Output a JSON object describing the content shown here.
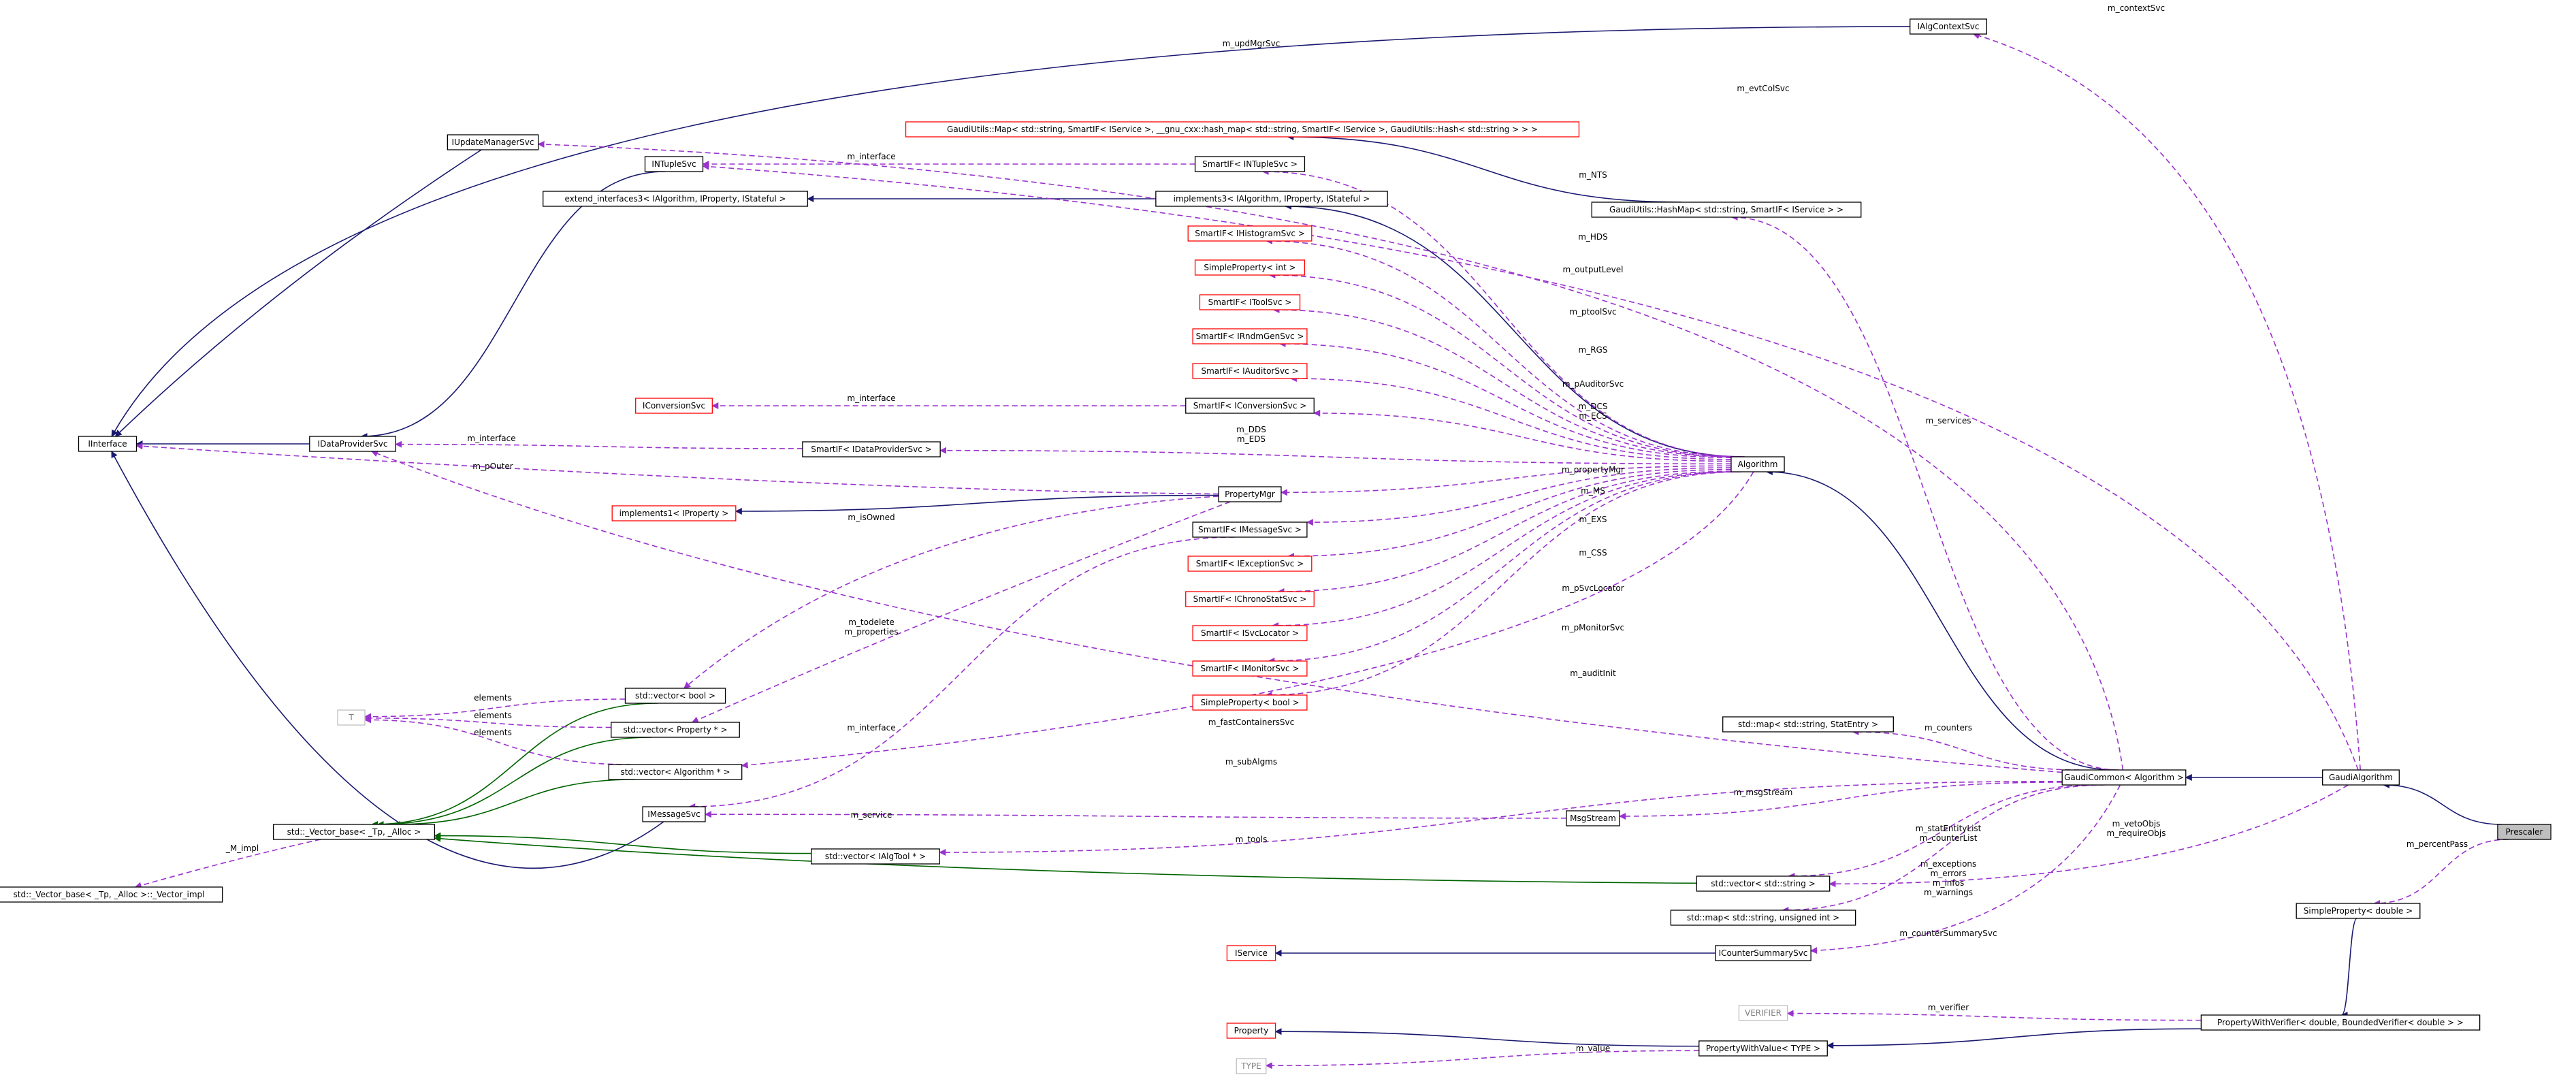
{
  "colors": {
    "inherit_edge": "#191970",
    "template_edge": "#006400",
    "usage_edge": "#9a32cd",
    "node_border": "#000000",
    "missing_border": "#ff0000",
    "external_border": "#bfbfbf",
    "highlight_fill": "#bfbfbf"
  },
  "nodes": [
    {
      "id": "IAlgContextSvc",
      "label": "IAlgContextSvc",
      "style": "normal"
    },
    {
      "id": "IUpdateManagerSvc",
      "label": "IUpdateManagerSvc",
      "style": "normal"
    },
    {
      "id": "INTupleSvc",
      "label": "INTupleSvc",
      "style": "normal"
    },
    {
      "id": "GaudiMap",
      "label": "GaudiUtils::Map< std::string, SmartIF< IService >, __gnu_cxx::hash_map< std::string, SmartIF< IService >, GaudiUtils::Hash< std::string > > >",
      "style": "missing"
    },
    {
      "id": "SI_INTupleSvc",
      "label": "SmartIF< INTupleSvc >",
      "style": "normal"
    },
    {
      "id": "extend_interfaces3",
      "label": "extend_interfaces3< IAlgorithm, IProperty, IStateful >",
      "style": "normal"
    },
    {
      "id": "implements3",
      "label": "implements3< IAlgorithm, IProperty, IStateful >",
      "style": "normal"
    },
    {
      "id": "GaudiHashMap",
      "label": "GaudiUtils::HashMap< std::string, SmartIF< IService > >",
      "style": "normal"
    },
    {
      "id": "SI_IHistogramSvc",
      "label": "SmartIF< IHistogramSvc >",
      "style": "missing"
    },
    {
      "id": "SP_int",
      "label": "SimpleProperty< int >",
      "style": "missing"
    },
    {
      "id": "SI_IToolSvc",
      "label": "SmartIF< IToolSvc >",
      "style": "missing"
    },
    {
      "id": "SI_IRndmGenSvc",
      "label": "SmartIF< IRndmGenSvc >",
      "style": "missing"
    },
    {
      "id": "SI_IAuditorSvc",
      "label": "SmartIF< IAuditorSvc >",
      "style": "missing"
    },
    {
      "id": "IConversionSvc",
      "label": "IConversionSvc",
      "style": "missing"
    },
    {
      "id": "SI_IConversionSvc",
      "label": "SmartIF< IConversionSvc >",
      "style": "normal"
    },
    {
      "id": "IInterface",
      "label": "IInterface",
      "style": "normal"
    },
    {
      "id": "IDataProviderSvc",
      "label": "IDataProviderSvc",
      "style": "normal"
    },
    {
      "id": "SI_IDataProviderSvc",
      "label": "SmartIF< IDataProviderSvc >",
      "style": "normal"
    },
    {
      "id": "Algorithm",
      "label": "Algorithm",
      "style": "normal"
    },
    {
      "id": "PropertyMgr",
      "label": "PropertyMgr",
      "style": "normal"
    },
    {
      "id": "implements1",
      "label": "implements1< IProperty >",
      "style": "missing"
    },
    {
      "id": "SI_IMessageSvc",
      "label": "SmartIF< IMessageSvc >",
      "style": "normal"
    },
    {
      "id": "SI_IExceptionSvc",
      "label": "SmartIF< IExceptionSvc >",
      "style": "missing"
    },
    {
      "id": "SI_IChronoStatSvc",
      "label": "SmartIF< IChronoStatSvc >",
      "style": "missing"
    },
    {
      "id": "SI_ISvcLocator",
      "label": "SmartIF< ISvcLocator >",
      "style": "missing"
    },
    {
      "id": "SI_IMonitorSvc",
      "label": "SmartIF< IMonitorSvc >",
      "style": "missing"
    },
    {
      "id": "SP_bool",
      "label": "SimpleProperty< bool >",
      "style": "missing"
    },
    {
      "id": "T",
      "label": "T",
      "style": "external"
    },
    {
      "id": "vec_bool",
      "label": "std::vector< bool >",
      "style": "normal"
    },
    {
      "id": "vec_Property",
      "label": "std::vector< Property * >",
      "style": "normal"
    },
    {
      "id": "vec_Algorithm",
      "label": "std::vector< Algorithm * >",
      "style": "normal"
    },
    {
      "id": "map_StatEntry",
      "label": "std::map< std::string, StatEntry >",
      "style": "normal"
    },
    {
      "id": "GaudiCommon",
      "label": "GaudiCommon< Algorithm >",
      "style": "normal"
    },
    {
      "id": "GaudiAlgorithm",
      "label": "GaudiAlgorithm",
      "style": "normal"
    },
    {
      "id": "Prescaler",
      "label": "Prescaler",
      "style": "highlight"
    },
    {
      "id": "IMessageSvc",
      "label": "IMessageSvc",
      "style": "normal"
    },
    {
      "id": "MsgStream",
      "label": "MsgStream",
      "style": "normal"
    },
    {
      "id": "Vector_base",
      "label": "std::_Vector_base< _Tp, _Alloc >",
      "style": "normal"
    },
    {
      "id": "vec_IAlgTool",
      "label": "std::vector< IAlgTool * >",
      "style": "normal"
    },
    {
      "id": "Vector_impl",
      "label": "std::_Vector_base< _Tp, _Alloc >::_Vector_impl",
      "style": "normal"
    },
    {
      "id": "vec_string",
      "label": "std::vector< std::string >",
      "style": "normal"
    },
    {
      "id": "map_uint",
      "label": "std::map< std::string, unsigned int >",
      "style": "normal"
    },
    {
      "id": "SP_double",
      "label": "SimpleProperty< double >",
      "style": "normal"
    },
    {
      "id": "IService",
      "label": "IService",
      "style": "missing"
    },
    {
      "id": "ICounterSummarySvc",
      "label": "ICounterSummarySvc",
      "style": "normal"
    },
    {
      "id": "VERIFIER",
      "label": "VERIFIER",
      "style": "external"
    },
    {
      "id": "PWV_double",
      "label": "PropertyWithVerifier< double, BoundedVerifier< double > >",
      "style": "normal"
    },
    {
      "id": "Property",
      "label": "Property",
      "style": "missing"
    },
    {
      "id": "PropertyWithValue",
      "label": "PropertyWithValue< TYPE >",
      "style": "normal"
    },
    {
      "id": "TYPE",
      "label": "TYPE",
      "style": "external"
    }
  ],
  "edges": [
    {
      "from": "IAlgContextSvc",
      "to": "IInterface",
      "kind": "inherit"
    },
    {
      "from": "IUpdateManagerSvc",
      "to": "IInterface",
      "kind": "inherit"
    },
    {
      "from": "INTupleSvc",
      "to": "IDataProviderSvc",
      "kind": "inherit"
    },
    {
      "from": "IDataProviderSvc",
      "to": "IInterface",
      "kind": "inherit"
    },
    {
      "from": "implements3",
      "to": "extend_interfaces3",
      "kind": "inherit"
    },
    {
      "from": "Algorithm",
      "to": "implements3",
      "kind": "inherit"
    },
    {
      "from": "GaudiHashMap",
      "to": "GaudiMap",
      "kind": "inherit"
    },
    {
      "from": "PropertyMgr",
      "to": "implements1",
      "kind": "inherit"
    },
    {
      "from": "GaudiCommon",
      "to": "Algorithm",
      "kind": "inherit"
    },
    {
      "from": "GaudiAlgorithm",
      "to": "GaudiCommon",
      "kind": "inherit"
    },
    {
      "from": "Prescaler",
      "to": "GaudiAlgorithm",
      "kind": "inherit"
    },
    {
      "from": "IMessageSvc",
      "to": "IInterface",
      "kind": "inherit"
    },
    {
      "from": "ICounterSummarySvc",
      "to": "IService",
      "kind": "inherit"
    },
    {
      "from": "SP_double",
      "to": "PWV_double",
      "kind": "inherit"
    },
    {
      "from": "PWV_double",
      "to": "PropertyWithValue",
      "kind": "inherit"
    },
    {
      "from": "PropertyWithValue",
      "to": "Property",
      "kind": "inherit"
    },
    {
      "from": "vec_bool",
      "to": "Vector_base",
      "kind": "template"
    },
    {
      "from": "vec_Property",
      "to": "Vector_base",
      "kind": "template"
    },
    {
      "from": "vec_Algorithm",
      "to": "Vector_base",
      "kind": "template"
    },
    {
      "from": "vec_IAlgTool",
      "to": "Vector_base",
      "kind": "template"
    },
    {
      "from": "vec_string",
      "to": "Vector_base",
      "kind": "template"
    },
    {
      "from": "GaudiAlgorithm",
      "to": "IAlgContextSvc",
      "kind": "usage",
      "label": "m_contextSvc"
    },
    {
      "from": "GaudiCommon",
      "to": "IUpdateManagerSvc",
      "kind": "usage",
      "label": "m_updMgrSvc"
    },
    {
      "from": "GaudiAlgorithm",
      "to": "INTupleSvc",
      "kind": "usage",
      "label": "m_evtColSvc"
    },
    {
      "from": "SI_INTupleSvc",
      "to": "INTupleSvc",
      "kind": "usage",
      "label": "m_interface"
    },
    {
      "from": "Algorithm",
      "to": "SI_INTupleSvc",
      "kind": "usage",
      "label": "m_NTS"
    },
    {
      "from": "GaudiCommon",
      "to": "GaudiHashMap",
      "kind": "usage",
      "label": "m_services"
    },
    {
      "from": "Algorithm",
      "to": "SI_IHistogramSvc",
      "kind": "usage",
      "label": "m_HDS"
    },
    {
      "from": "Algorithm",
      "to": "SP_int",
      "kind": "usage",
      "label": "m_outputLevel"
    },
    {
      "from": "Algorithm",
      "to": "SI_IToolSvc",
      "kind": "usage",
      "label": "m_ptoolSvc"
    },
    {
      "from": "Algorithm",
      "to": "SI_IRndmGenSvc",
      "kind": "usage",
      "label": "m_RGS"
    },
    {
      "from": "Algorithm",
      "to": "SI_IAuditorSvc",
      "kind": "usage",
      "label": "m_pAuditorSvc"
    },
    {
      "from": "SI_IConversionSvc",
      "to": "IConversionSvc",
      "kind": "usage",
      "label": "m_interface"
    },
    {
      "from": "Algorithm",
      "to": "SI_IConversionSvc",
      "kind": "usage",
      "label": "m_DCS\nm_ECS"
    },
    {
      "from": "SI_IDataProviderSvc",
      "to": "IDataProviderSvc",
      "kind": "usage",
      "label": "m_interface"
    },
    {
      "from": "Algorithm",
      "to": "SI_IDataProviderSvc",
      "kind": "usage",
      "label": "m_DDS\nm_EDS"
    },
    {
      "from": "PropertyMgr",
      "to": "IInterface",
      "kind": "usage",
      "label": "m_pOuter"
    },
    {
      "from": "Algorithm",
      "to": "PropertyMgr",
      "kind": "usage",
      "label": "m_propertyMgr"
    },
    {
      "from": "Algorithm",
      "to": "SI_IMessageSvc",
      "kind": "usage",
      "label": "m_MS"
    },
    {
      "from": "Algorithm",
      "to": "SI_IExceptionSvc",
      "kind": "usage",
      "label": "m_EXS"
    },
    {
      "from": "Algorithm",
      "to": "SI_IChronoStatSvc",
      "kind": "usage",
      "label": "m_CSS"
    },
    {
      "from": "Algorithm",
      "to": "SI_ISvcLocator",
      "kind": "usage",
      "label": "m_pSvcLocator"
    },
    {
      "from": "Algorithm",
      "to": "SI_IMonitorSvc",
      "kind": "usage",
      "label": "m_pMonitorSvc"
    },
    {
      "from": "Algorithm",
      "to": "SP_bool",
      "kind": "usage",
      "label": "m_auditInit"
    },
    {
      "from": "PropertyMgr",
      "to": "vec_bool",
      "kind": "usage",
      "label": "m_isOwned"
    },
    {
      "from": "PropertyMgr",
      "to": "vec_Property",
      "kind": "usage",
      "label": "m_todelete\nm_properties"
    },
    {
      "from": "vec_bool",
      "to": "T",
      "kind": "usage",
      "label": "elements"
    },
    {
      "from": "vec_Property",
      "to": "T",
      "kind": "usage",
      "label": "elements"
    },
    {
      "from": "vec_Algorithm",
      "to": "T",
      "kind": "usage",
      "label": "elements"
    },
    {
      "from": "GaudiCommon",
      "to": "IDataProviderSvc",
      "kind": "usage",
      "label": "m_fastContainersSvc"
    },
    {
      "from": "GaudiCommon",
      "to": "map_StatEntry",
      "kind": "usage",
      "label": "m_counters"
    },
    {
      "from": "SI_IMessageSvc",
      "to": "IMessageSvc",
      "kind": "usage",
      "label": "m_interface"
    },
    {
      "from": "Algorithm",
      "to": "vec_Algorithm",
      "kind": "usage",
      "label": "m_subAlgms"
    },
    {
      "from": "MsgStream",
      "to": "IMessageSvc",
      "kind": "usage",
      "label": "m_service"
    },
    {
      "from": "GaudiCommon",
      "to": "MsgStream",
      "kind": "usage",
      "label": "m_msgStream"
    },
    {
      "from": "Vector_base",
      "to": "Vector_impl",
      "kind": "usage",
      "label": "_M_impl"
    },
    {
      "from": "GaudiCommon",
      "to": "vec_IAlgTool",
      "kind": "usage",
      "label": "m_tools"
    },
    {
      "from": "GaudiCommon",
      "to": "vec_string",
      "kind": "usage",
      "label": "m_statEntityList\nm_counterList"
    },
    {
      "from": "GaudiCommon",
      "to": "map_uint",
      "kind": "usage",
      "label": "m_exceptions\nm_errors\nm_infos\nm_warnings"
    },
    {
      "from": "GaudiAlgorithm",
      "to": "vec_string",
      "kind": "usage",
      "label": "m_vetoObjs\nm_requireObjs"
    },
    {
      "from": "Prescaler",
      "to": "SP_double",
      "kind": "usage",
      "label": "m_percentPass"
    },
    {
      "from": "GaudiCommon",
      "to": "ICounterSummarySvc",
      "kind": "usage",
      "label": "m_counterSummarySvc"
    },
    {
      "from": "PWV_double",
      "to": "VERIFIER",
      "kind": "usage",
      "label": "m_verifier"
    },
    {
      "from": "PropertyWithValue",
      "to": "TYPE",
      "kind": "usage",
      "label": "m_value"
    }
  ]
}
